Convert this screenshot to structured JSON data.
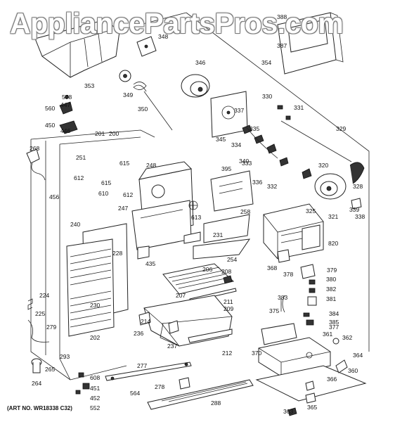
{
  "watermark": "AppliancePartsPros.com",
  "caption": "(ART NO. WR18338 C32)",
  "callouts": [
    "348",
    "346",
    "353",
    "349",
    "350",
    "578",
    "447",
    "560",
    "450",
    "446",
    "201",
    "200",
    "268",
    "251",
    "612",
    "615",
    "610",
    "615",
    "612",
    "248",
    "456",
    "240",
    "228",
    "230",
    "224",
    "225",
    "279",
    "202",
    "293",
    "265",
    "264",
    "608",
    "451",
    "452",
    "552",
    "564",
    "277",
    "278",
    "288",
    "247",
    "613",
    "231",
    "435",
    "254",
    "258",
    "395",
    "206",
    "208",
    "207",
    "209",
    "211",
    "214",
    "236",
    "237",
    "212",
    "354",
    "387",
    "388",
    "345",
    "334",
    "340",
    "337",
    "335",
    "330",
    "331",
    "329",
    "333",
    "336",
    "332",
    "320",
    "325",
    "328",
    "321",
    "339",
    "338",
    "820",
    "368",
    "378",
    "379",
    "380",
    "382",
    "381",
    "383",
    "384",
    "375",
    "385",
    "377",
    "361",
    "370",
    "362",
    "364",
    "360",
    "366",
    "365",
    "363"
  ]
}
